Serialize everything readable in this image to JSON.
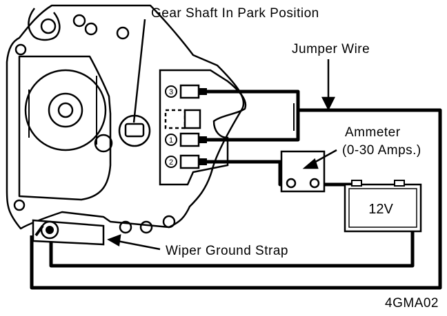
{
  "labels": {
    "gear_shaft": "Gear Shaft In Park Position",
    "jumper_wire": "Jumper Wire",
    "ammeter": "Ammeter",
    "ammeter_range": "(0-30 Amps.)",
    "battery": "12V",
    "ground_strap": "Wiper Ground Strap",
    "figure_code": "4GMA02"
  },
  "terminals": [
    "3",
    "1",
    "2"
  ],
  "colors": {
    "line": "#000000",
    "background": "#ffffff"
  }
}
